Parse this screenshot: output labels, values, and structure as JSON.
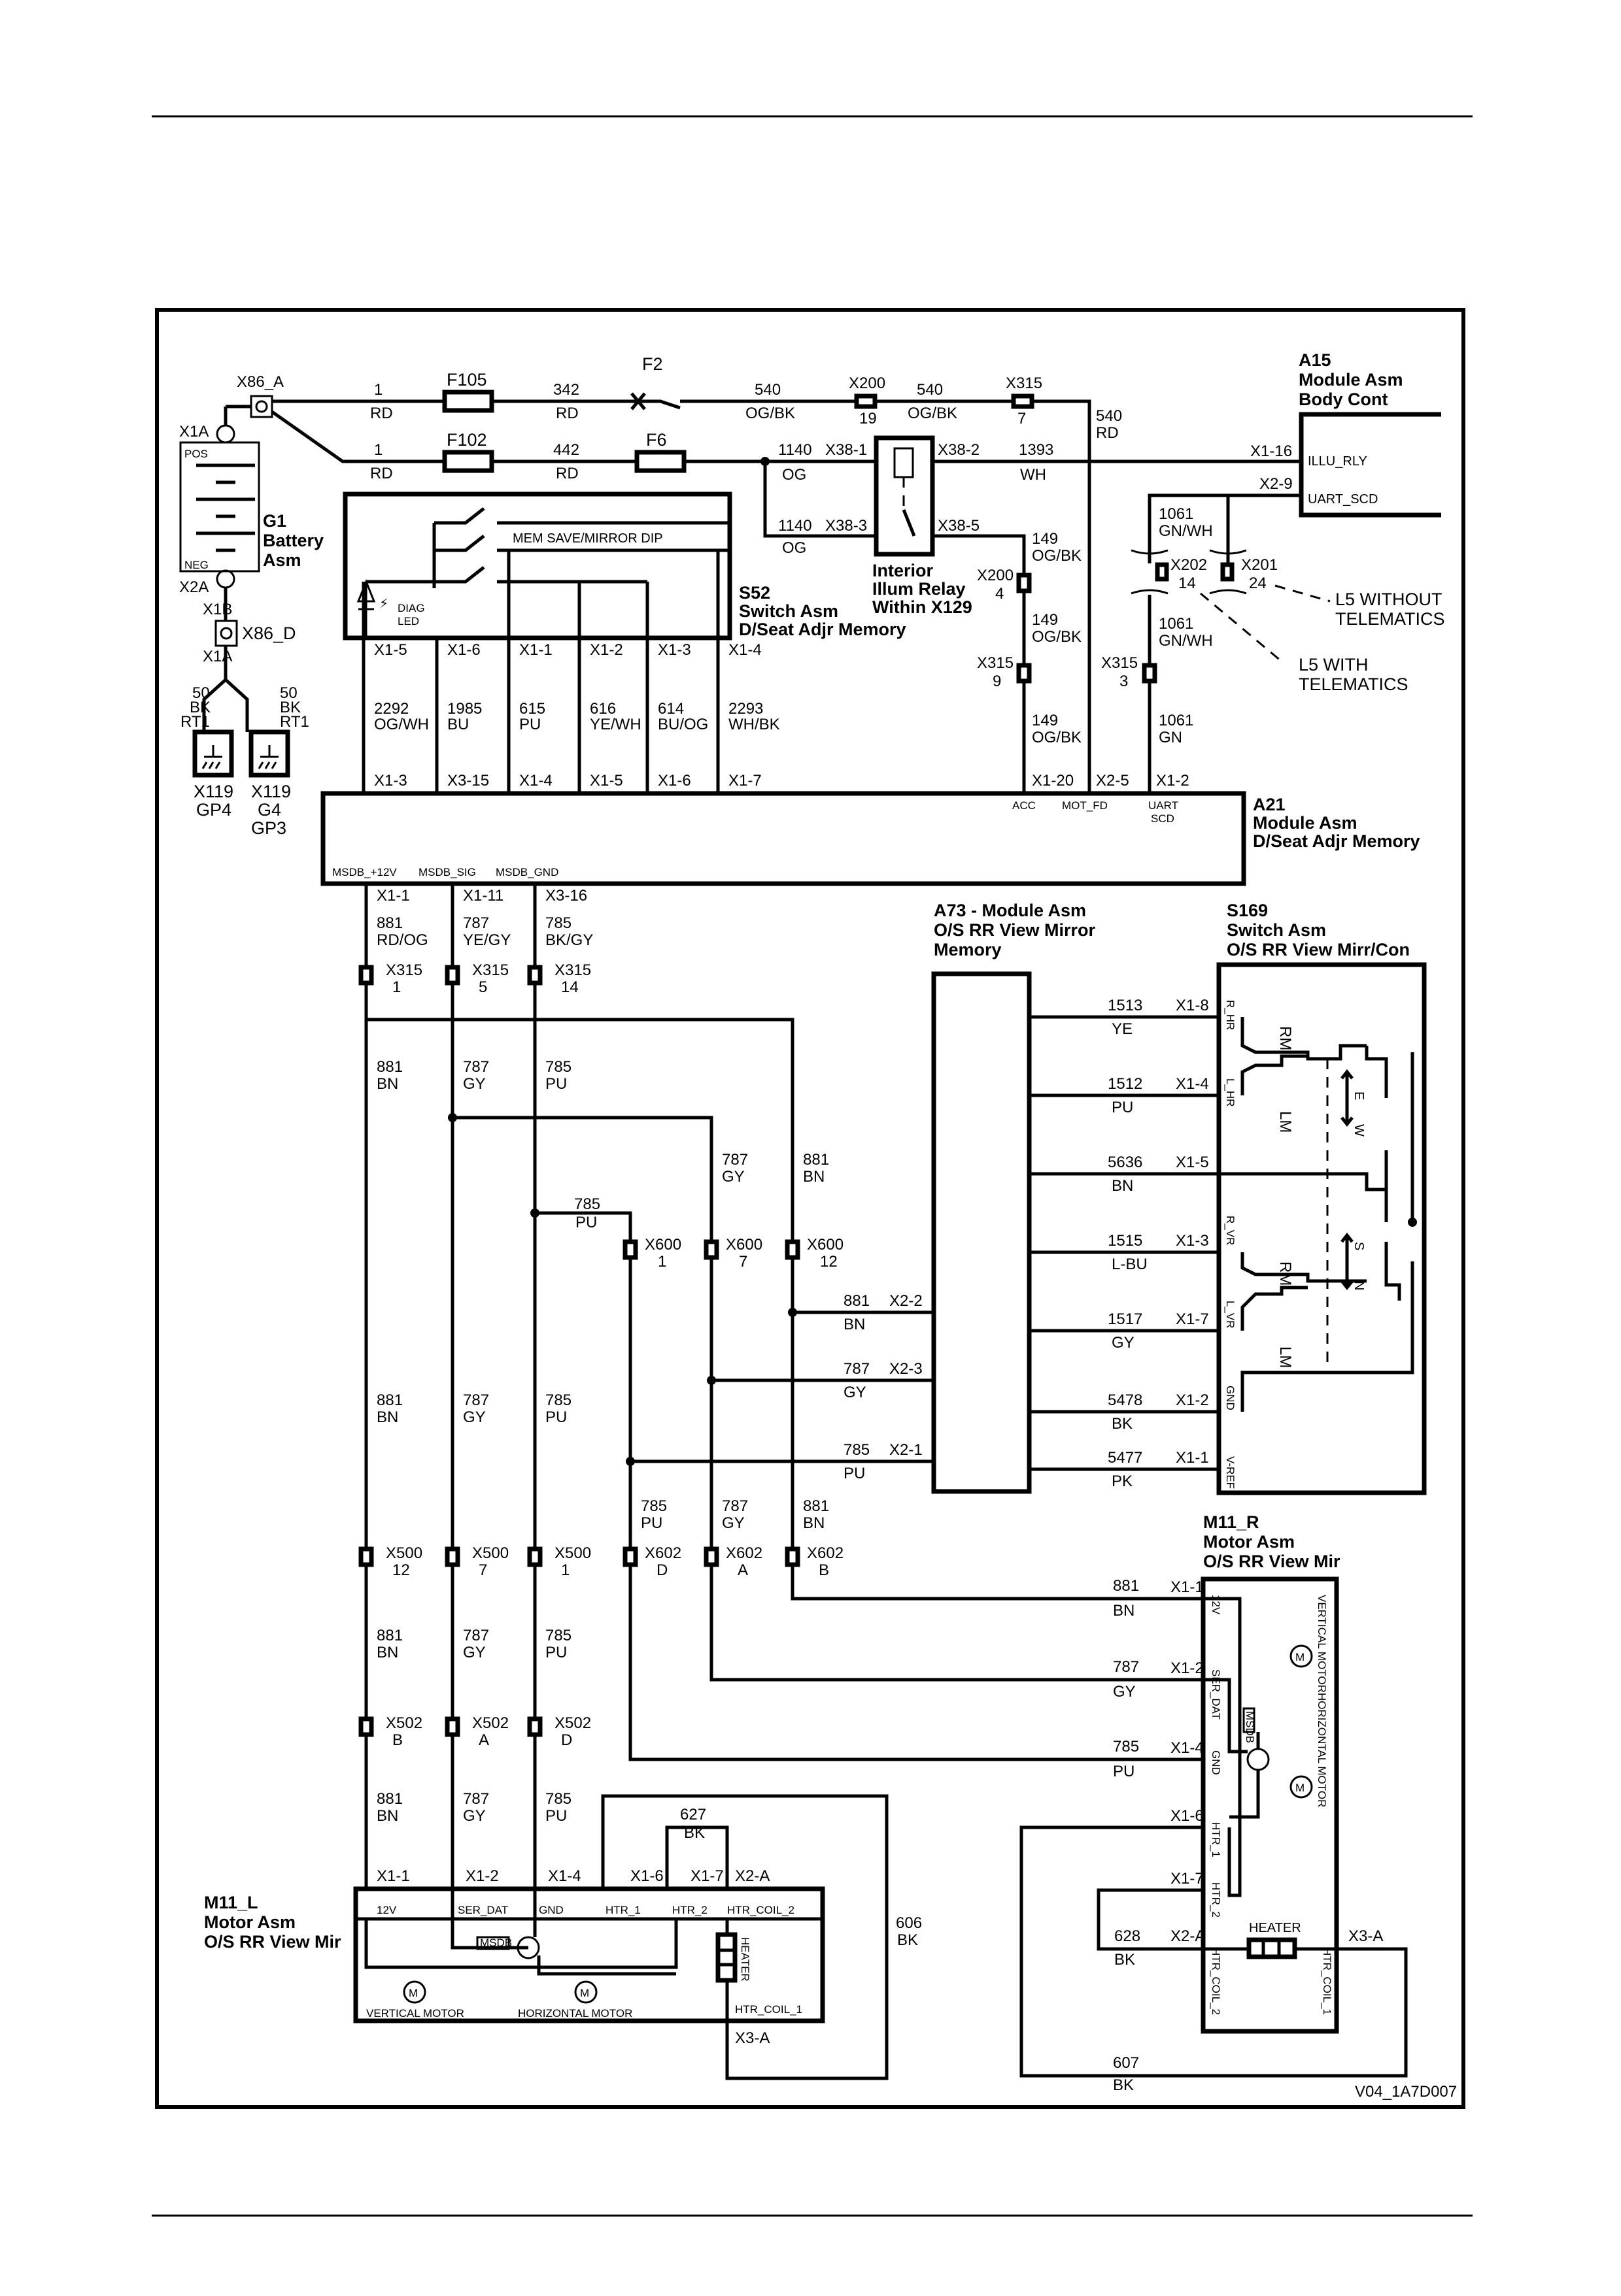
{
  "diagram_id": "V04_1A7D007",
  "components": {
    "x86a": "X86_A",
    "x86d": "X86_D",
    "x1a": "X1A",
    "x2a": "X2A",
    "x1b": "X1B",
    "x1a_lower": "X1A",
    "pos": "POS",
    "neg": "NEG",
    "g1": [
      "G1",
      "Battery",
      "Asm"
    ],
    "gp4": [
      "X119",
      "GP4"
    ],
    "gp3": [
      "X119",
      "G4",
      "GP3"
    ],
    "f2": "F2",
    "f105": "F105",
    "f102": "F102",
    "f6": "F6",
    "a15": [
      "A15",
      "Module Asm",
      "Body Cont"
    ],
    "a15_pins": {
      "illu": "ILLU_RLY",
      "uart": "UART_SCD",
      "x116": "X1-16",
      "x29": "X2-9"
    },
    "s52": [
      "S52",
      "Switch Asm",
      "D/Seat Adjr Memory"
    ],
    "s52_mem": "MEM SAVE/MIRROR DIP",
    "s52_led": [
      "DIAG",
      "LED"
    ],
    "relay": [
      "Interior",
      "Illum Relay",
      "Within X129"
    ],
    "a21": [
      "A21",
      "Module Asm",
      "D/Seat Adjr Memory"
    ],
    "a21_bottom": [
      "MSDB_+12V",
      "MSDB_SIG",
      "MSDB_GND"
    ],
    "a21_top": {
      "acc": "ACC",
      "motfd": "MOT_FD",
      "uart": [
        "UART",
        "SCD"
      ]
    },
    "a73": [
      "A73 - Module Asm",
      "O/S RR View Mirror",
      "Memory"
    ],
    "s169": [
      "S169",
      "Switch Asm",
      "O/S RR View Mirr/Con"
    ],
    "m11r": [
      "M11_R",
      "Motor Asm",
      "O/S RR View Mir"
    ],
    "m11l": [
      "M11_L",
      "Motor Asm",
      "O/S RR View Mir"
    ],
    "l5_without": [
      "L5 WITHOUT",
      "TELEMATICS"
    ],
    "l5_with": [
      "L5 WITH",
      "TELEMATICS"
    ]
  },
  "wires": {
    "w1": [
      "1",
      "RD"
    ],
    "w342": [
      "342",
      "RD"
    ],
    "w540": [
      "540",
      "OG/BK"
    ],
    "w540b": [
      "540",
      "OG/BK"
    ],
    "w540c": [
      "540",
      "RD"
    ],
    "w1b": [
      "1",
      "RD"
    ],
    "w442": [
      "442",
      "RD"
    ],
    "w1140a": [
      "1140",
      "OG"
    ],
    "w1140b": [
      "1140",
      "OG"
    ],
    "w1393": [
      "1393",
      "WH"
    ],
    "w149a": [
      "149",
      "OG/BK"
    ],
    "w149b": [
      "149",
      "OG/BK"
    ],
    "w149c": [
      "149",
      "OG/BK"
    ],
    "w1061a": [
      "1061",
      "GN/WH"
    ],
    "w1061b": [
      "1061",
      "GN/WH"
    ],
    "w1061c": [
      "1061",
      "GN"
    ],
    "w2292": [
      "2292",
      "OG/WH"
    ],
    "w1985": [
      "1985",
      "BU"
    ],
    "w615": [
      "615",
      "PU"
    ],
    "w616": [
      "616",
      "YE/WH"
    ],
    "w614": [
      "614",
      "BU/OG"
    ],
    "w2293": [
      "2293",
      "WH/BK"
    ],
    "w50a": [
      "50",
      "BK",
      "RT1"
    ],
    "w50b": [
      "50",
      "BK",
      "RT1"
    ],
    "w881a": [
      "881",
      "RD/OG"
    ],
    "w787a": [
      "787",
      "YE/GY"
    ],
    "w785a": [
      "785",
      "BK/GY"
    ],
    "w881b": [
      "881",
      "BN"
    ],
    "w787b": [
      "787",
      "GY"
    ],
    "w785b": [
      "785",
      "PU"
    ],
    "w787c": [
      "787",
      "GY"
    ],
    "w881c": [
      "881",
      "BN"
    ],
    "w785c": [
      "785",
      "PU"
    ],
    "w881d": [
      "881",
      "BN"
    ],
    "w787d": [
      "787",
      "GY"
    ],
    "w785d": [
      "785",
      "PU"
    ],
    "w881e": [
      "881",
      "BN"
    ],
    "w787e": [
      "787",
      "GY"
    ],
    "w785e": [
      "785",
      "PU"
    ],
    "w881f": [
      "881",
      "BN"
    ],
    "w787f": [
      "787",
      "GY"
    ],
    "w785f": [
      "785",
      "PU"
    ],
    "w881g": [
      "881",
      "BN"
    ],
    "w787g": [
      "787",
      "GY"
    ],
    "w785g": [
      "785",
      "PU"
    ],
    "w785h": [
      "785",
      "PU"
    ],
    "w787h": [
      "787",
      "GY"
    ],
    "w881h": [
      "881",
      "BN"
    ],
    "w881i": [
      "881",
      "BN"
    ],
    "w787i": [
      "787",
      "GY"
    ],
    "w785i": [
      "785",
      "PU"
    ],
    "w1513": [
      "1513",
      "YE"
    ],
    "w1512": [
      "1512",
      "PU"
    ],
    "w5636": [
      "5636",
      "BN"
    ],
    "w1515": [
      "1515",
      "L-BU"
    ],
    "w1517": [
      "1517",
      "GY"
    ],
    "w5478": [
      "5478",
      "BK"
    ],
    "w5477": [
      "5477",
      "PK"
    ],
    "w627": [
      "627",
      "BK"
    ],
    "w606": [
      "606",
      "BK"
    ],
    "w628": [
      "628",
      "BK"
    ],
    "w607": [
      "607",
      "BK"
    ]
  },
  "connectors": {
    "x200a": [
      "X200",
      "19"
    ],
    "x315a": [
      "X315",
      "7"
    ],
    "x200b": [
      "X200",
      "4"
    ],
    "x315b": [
      "X315",
      "9"
    ],
    "x315c": [
      "X315",
      "3"
    ],
    "x202": [
      "X202",
      "14"
    ],
    "x201": [
      "X201",
      "24"
    ],
    "x381": "X38-1",
    "x382": "X38-2",
    "x383": "X38-3",
    "x385": "X38-5",
    "s52_pins": [
      "X1-5",
      "X1-6",
      "X1-1",
      "X1-2",
      "X1-3",
      "X1-4"
    ],
    "a21_top_pins": [
      "X1-3",
      "X3-15",
      "X1-4",
      "X1-5",
      "X1-6",
      "X1-7"
    ],
    "a21_right_pins": [
      "X1-20",
      "X2-5",
      "X1-2"
    ],
    "a21_bot_pins": [
      "X1-1",
      "X1-11",
      "X3-16"
    ],
    "x315_row": [
      [
        "X315",
        "1"
      ],
      [
        "X315",
        "5"
      ],
      [
        "X315",
        "14"
      ]
    ],
    "x600_row": [
      [
        "X600",
        "1"
      ],
      [
        "X600",
        "7"
      ],
      [
        "X600",
        "12"
      ]
    ],
    "x500_row": [
      [
        "X500",
        "12"
      ],
      [
        "X500",
        "7"
      ],
      [
        "X500",
        "1"
      ]
    ],
    "x602_row": [
      [
        "X602",
        "D"
      ],
      [
        "X602",
        "A"
      ],
      [
        "X602",
        "B"
      ]
    ],
    "x502_row": [
      [
        "X502",
        "B"
      ],
      [
        "X502",
        "A"
      ],
      [
        "X502",
        "D"
      ]
    ],
    "a73_pins": [
      "X2-2",
      "X2-3",
      "X2-1"
    ],
    "s169_pins": [
      "X1-8",
      "X1-4",
      "X1-5",
      "X1-3",
      "X1-7",
      "X1-2",
      "X1-1"
    ],
    "s169_side": [
      "R_HR",
      "L_HR",
      "R_VR",
      "L_VR",
      "GND",
      "V-REF"
    ],
    "s169_contacts": [
      "RM",
      "LM",
      "RM",
      "LM"
    ],
    "s169_dir": [
      "E",
      "W",
      "S",
      "N"
    ],
    "m11r_pins": [
      "X1-1",
      "X1-2",
      "X1-4",
      "X1-6",
      "X1-7",
      "X2-A",
      "X3-A"
    ],
    "m11r_side": [
      "12V",
      "SER_DAT",
      "GND",
      "HTR_1",
      "HTR_2",
      "HTR_COIL_2",
      "HTR_COIL_1"
    ],
    "m11r_motor": [
      "VERTICAL MOTOR",
      "HORIZONTAL MOTOR",
      "HEATER",
      "MSDB",
      "M",
      "M"
    ],
    "m11l_pins": [
      "X1-1",
      "X1-2",
      "X1-4",
      "X1-6",
      "X1-7",
      "X2-A",
      "X3-A"
    ],
    "m11l_labels": [
      "12V",
      "SER_DAT",
      "GND",
      "HTR_1",
      "HTR_2",
      "HTR_COIL_2",
      "HTR_COIL_1"
    ],
    "m11l_motor": [
      "VERTICAL MOTOR",
      "HORIZONTAL MOTOR",
      "HEATER",
      "MSDB",
      "M",
      "M"
    ]
  }
}
